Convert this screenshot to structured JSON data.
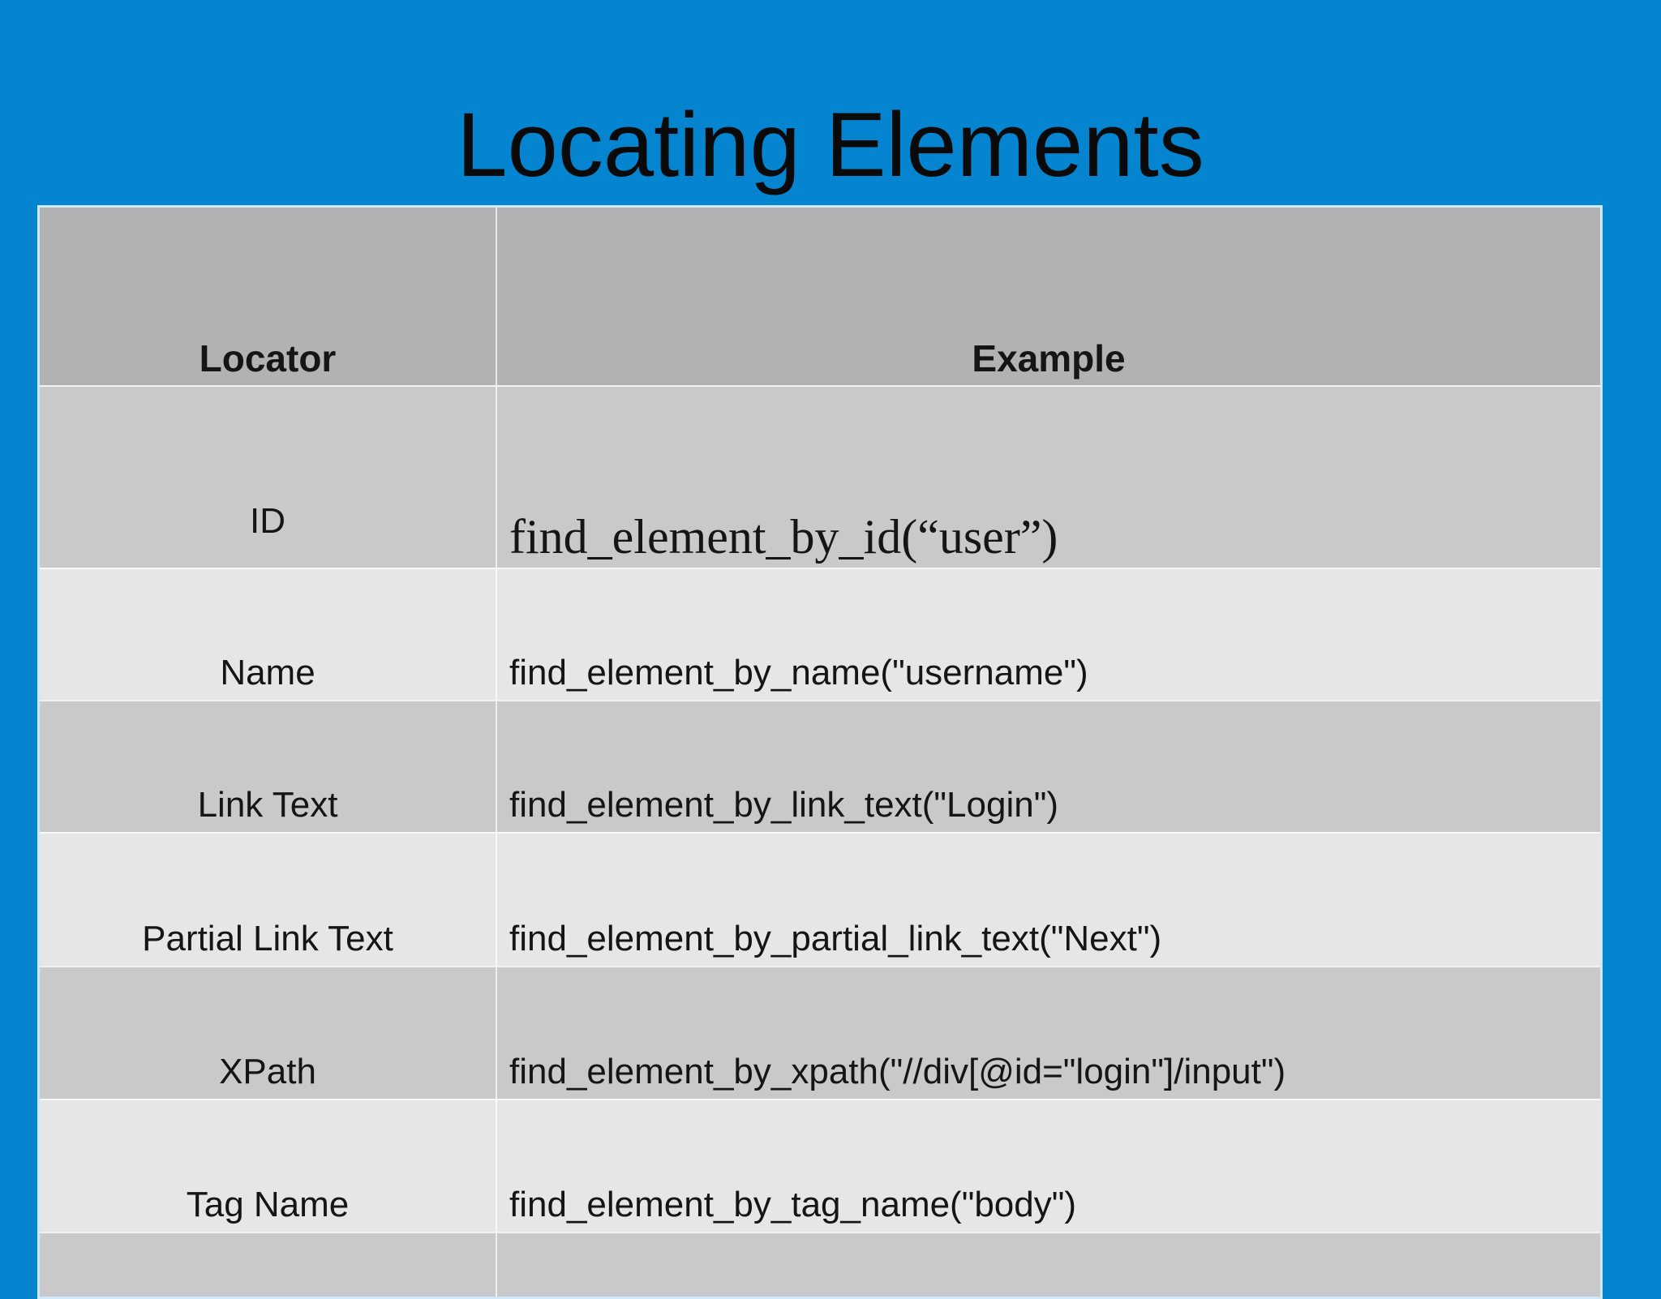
{
  "slide": {
    "title": "Locating Elements",
    "background_color": "#0584d0",
    "title_color": "#0a0a0a"
  },
  "table": {
    "columns": [
      {
        "label": "Locator"
      },
      {
        "label": "Example"
      }
    ],
    "rows": [
      {
        "locator": "ID",
        "example": "find_element_by_id(“user”)"
      },
      {
        "locator": "Name",
        "example": "find_element_by_name(\"username\")"
      },
      {
        "locator": "Link Text",
        "example": "find_element_by_link_text(\"Login\")"
      },
      {
        "locator": "Partial Link Text",
        "example": "find_element_by_partial_link_text(\"Next\")"
      },
      {
        "locator": "XPath",
        "example": "find_element_by_xpath(\"//div[@id=\"login\"]/input\")"
      },
      {
        "locator": "Tag Name",
        "example": "find_element_by_tag_name(\"body\")"
      }
    ],
    "partial_next_row_visible": true,
    "colors": {
      "header_bg": "#b2b2b4",
      "row_dark_bg": "#c9c9cc",
      "row_light_bg": "#e6e6e9",
      "separator": "rgba(255,255,255,0.75)",
      "outer_border": "#cfe9fa"
    }
  }
}
